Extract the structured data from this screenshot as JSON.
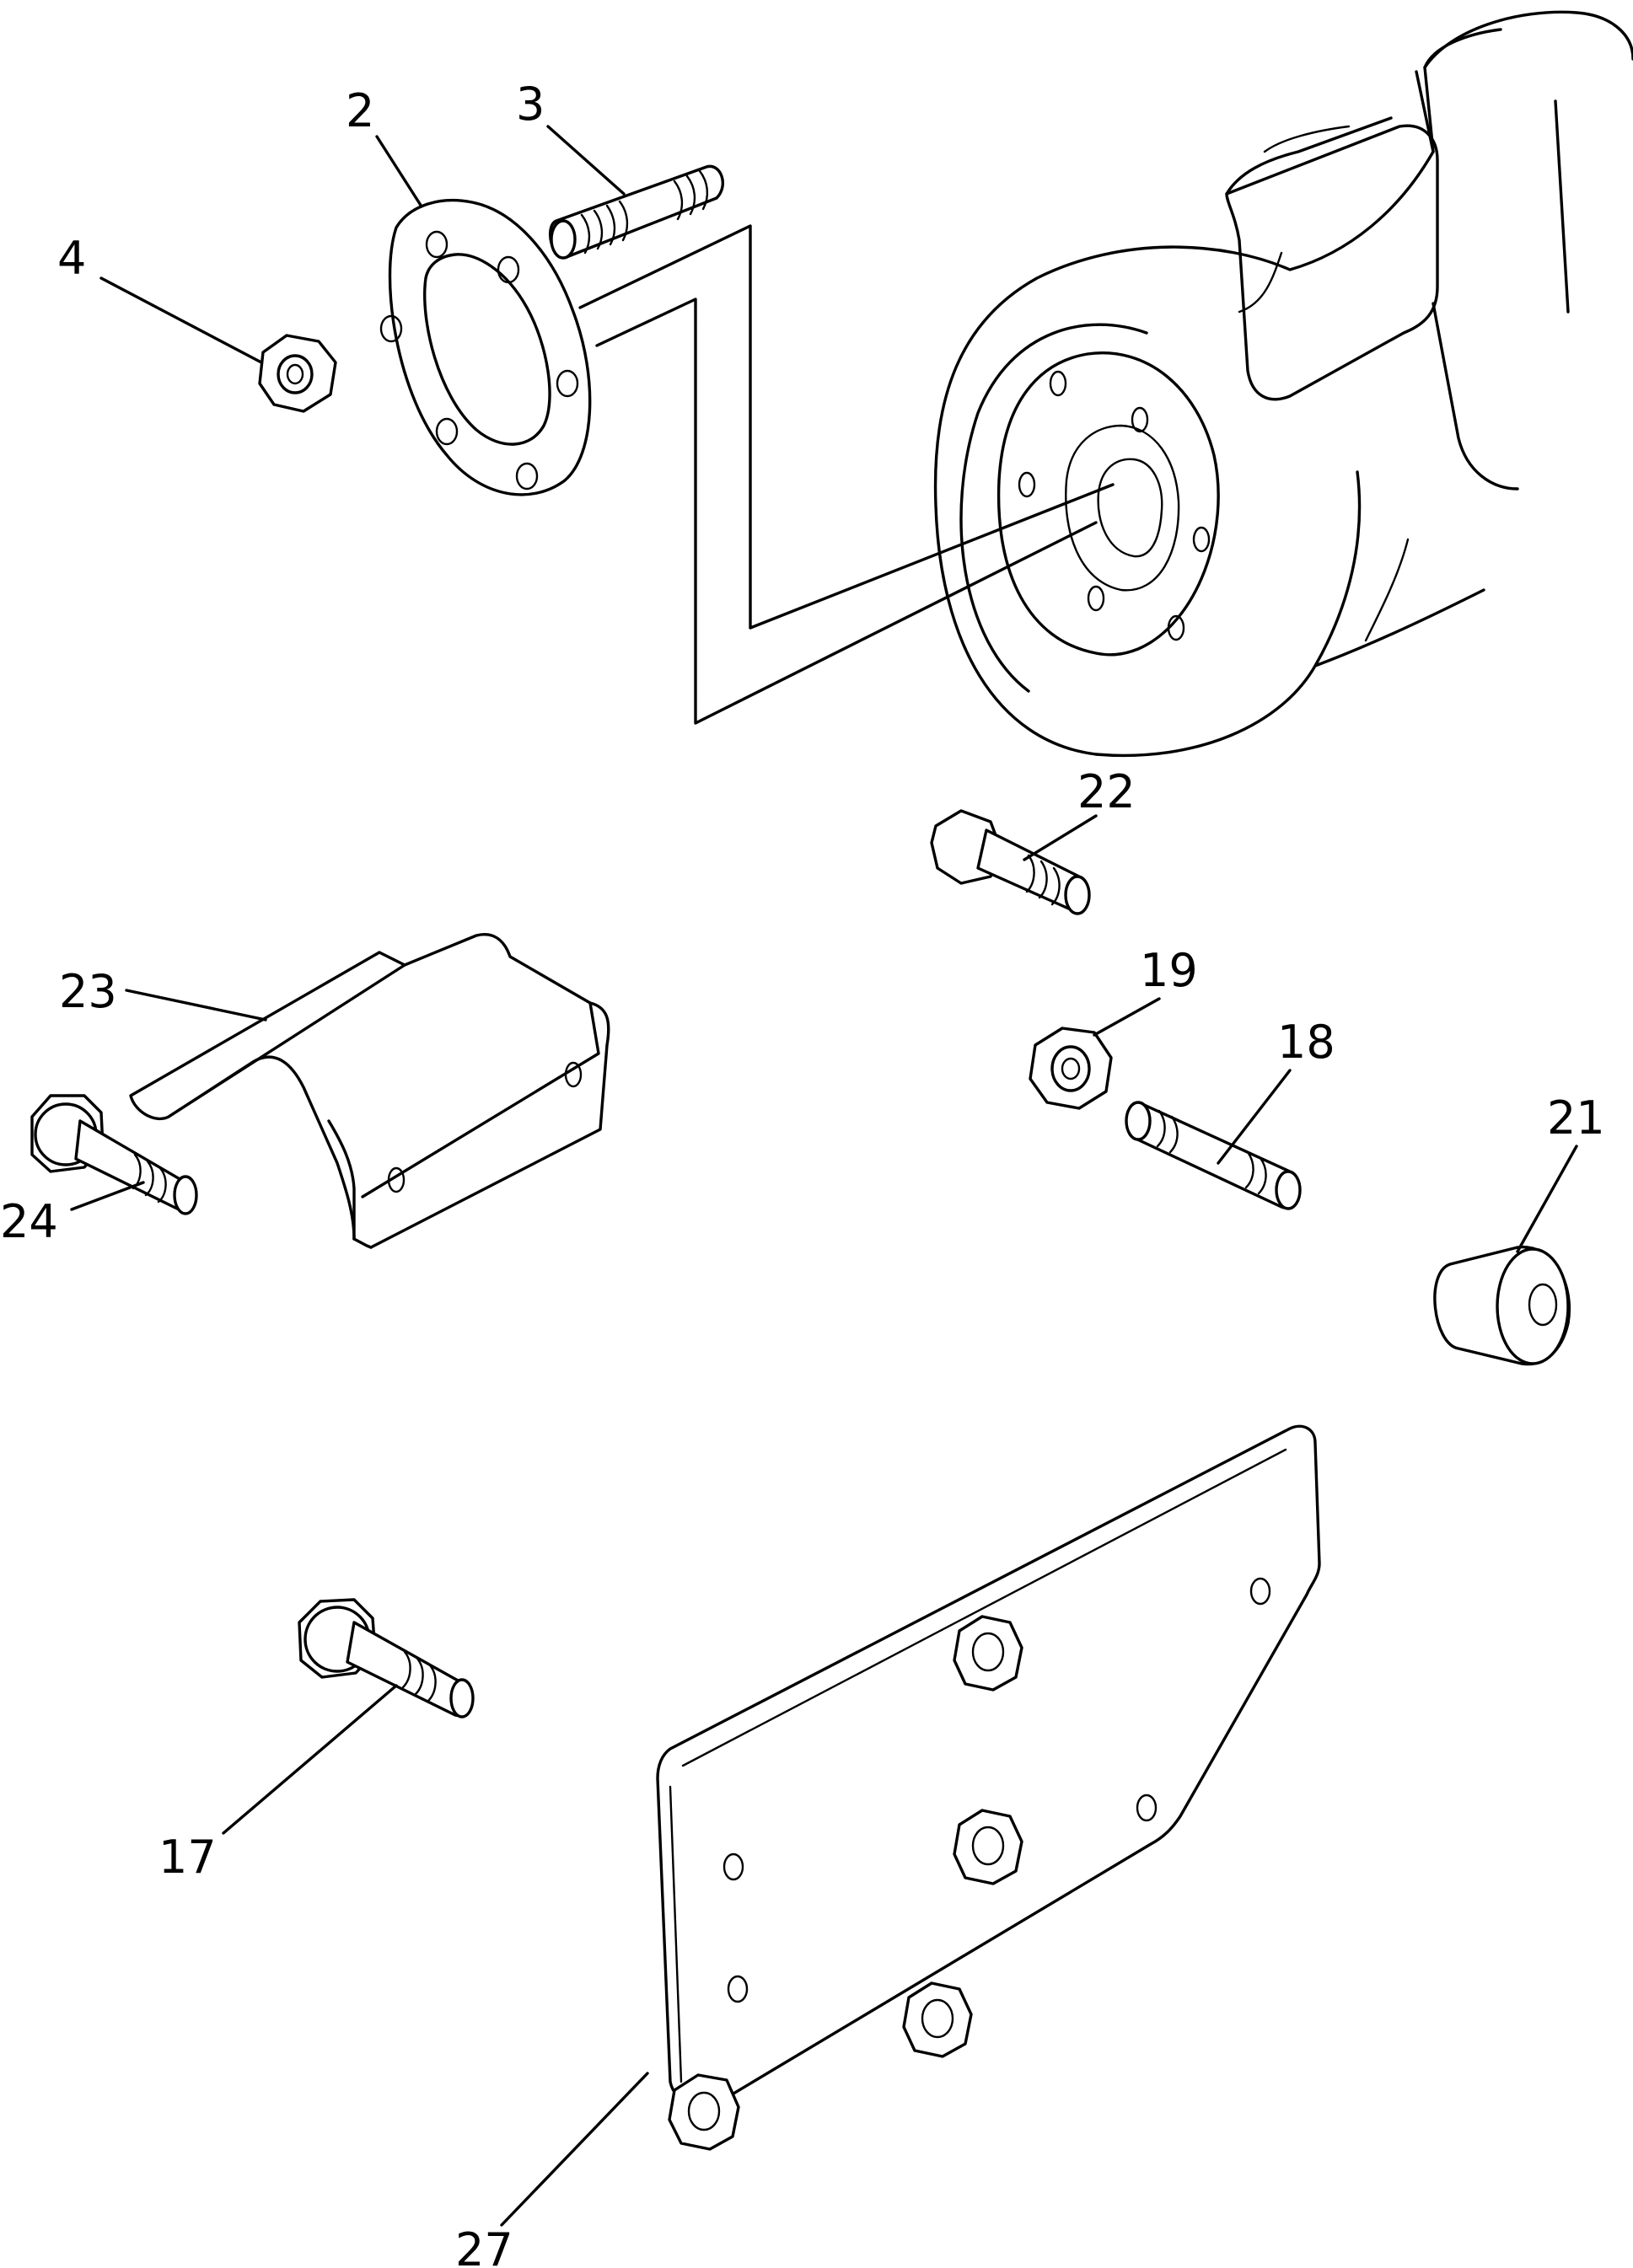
{
  "callouts": {
    "c2": "2",
    "c3": "3",
    "c4": "4",
    "c17": "17",
    "c18": "18",
    "c19": "19",
    "c21": "21",
    "c22": "22",
    "c23": "23",
    "c24": "24",
    "c27": "27"
  }
}
